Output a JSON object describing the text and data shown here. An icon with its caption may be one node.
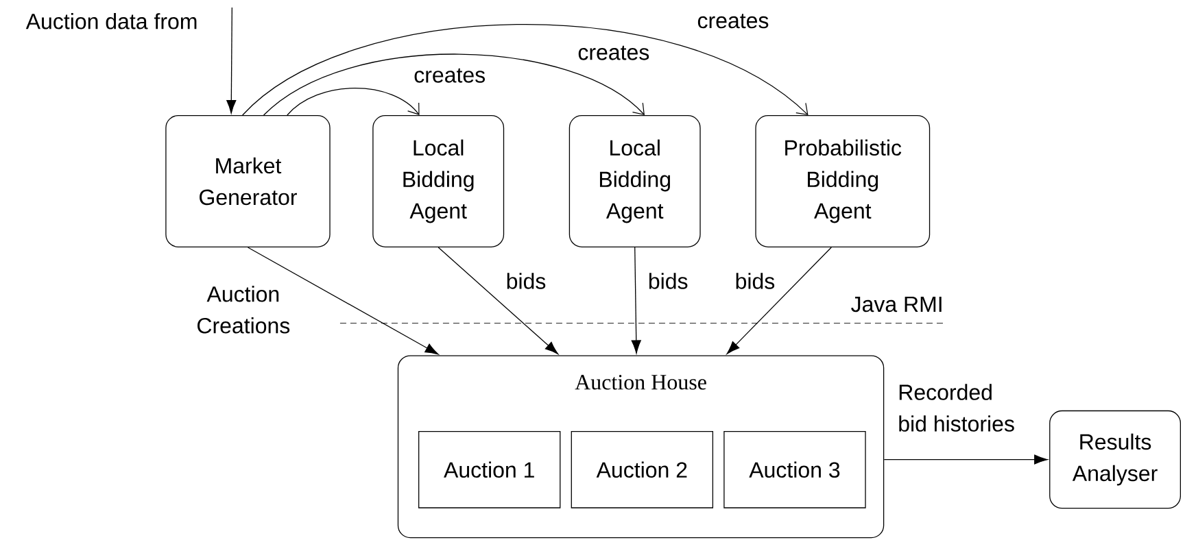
{
  "diagram": {
    "nodes": [
      {
        "text": [
          "Market Generator"
        ]
      },
      {
        "text": [
          "Local Bidding Agent"
        ]
      },
      {
        "text": [
          "Local Bidding Agent"
        ]
      },
      {
        "text": [
          "Probabilistic Bidding Agent"
        ]
      },
      {
        "text": [
          "Auction House"
        ]
      },
      {
        "text": [
          "Auction 1"
        ],
        "in": 4
      },
      {
        "text": [
          "Auction 2"
        ],
        "in": 4
      },
      {
        "text": [
          "Auction 3"
        ],
        "in": 4
      },
      {
        "text": [
          "Results Analyser"
        ]
      }
    ],
    "edges": [
      {
        "from": null,
        "to": 0,
        "arrow": "to",
        "label": "Auction data from"
      },
      {
        "from": 0,
        "to": 1,
        "arrow": "to",
        "label": "creates"
      },
      {
        "from": 0,
        "to": 2,
        "arrow": "to",
        "label": "creates"
      },
      {
        "from": 0,
        "to": 3,
        "arrow": "to",
        "label": "creates"
      },
      {
        "from": 0,
        "to": 4,
        "arrow": "to",
        "label": "Auction Creations"
      },
      {
        "from": 1,
        "to": 4,
        "arrow": "to",
        "label": "bids"
      },
      {
        "from": 2,
        "to": 4,
        "arrow": "to",
        "label": "bids"
      },
      {
        "from": 3,
        "to": 4,
        "arrow": "to",
        "label": "bids"
      },
      {
        "from": 4,
        "to": 8,
        "arrow": "to",
        "label": "Recorded bid histories"
      }
    ],
    "labels": [
      "Java RMI"
    ]
  }
}
